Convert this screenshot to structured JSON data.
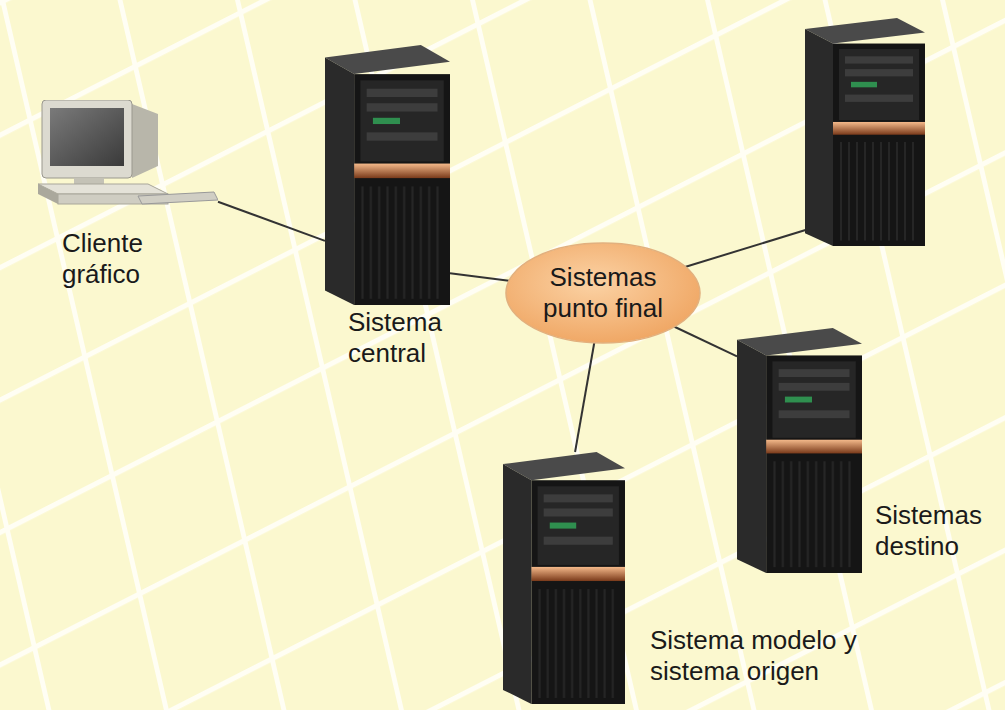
{
  "diagram": {
    "nodes": [
      {
        "text": [
          "Cliente gráfico"
        ]
      },
      {
        "text": [
          "Sistema central"
        ]
      },
      {
        "text": [
          "Sistemas punto final"
        ]
      },
      {
        "text": [
          "Sistemas destino"
        ]
      },
      {
        "text": [
          "Sistema modelo y sistema origen"
        ]
      }
    ],
    "edges": [
      {
        "from": 0,
        "to": 1,
        "arrow": "none"
      },
      {
        "from": 1,
        "to": 2,
        "arrow": "none"
      },
      {
        "from": 2,
        "to": 3,
        "arrow": "none"
      },
      {
        "from": 2,
        "to": 4,
        "arrow": "none"
      }
    ]
  }
}
